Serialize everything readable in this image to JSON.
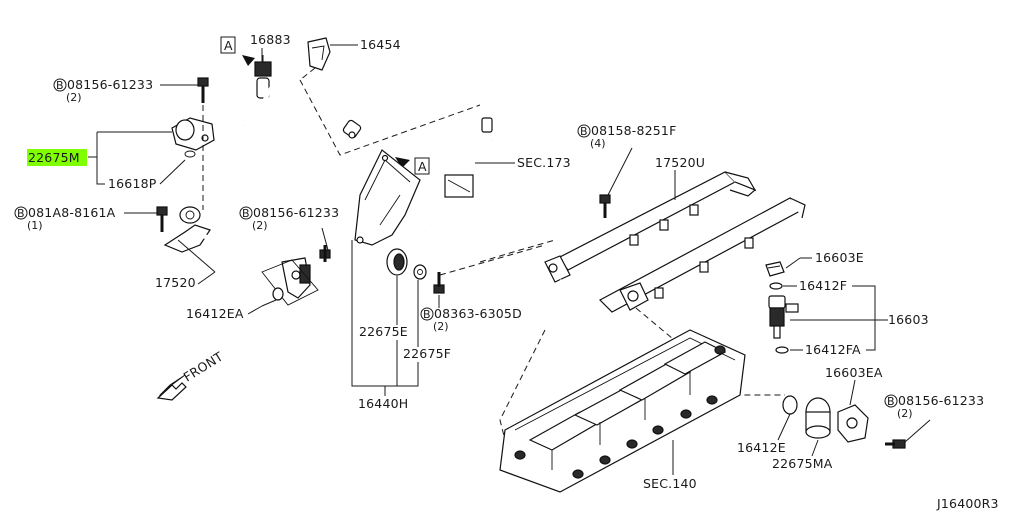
{
  "labels": {
    "l16883": "16883",
    "l16454": "16454",
    "l08156_top": "08156-61233",
    "l08156_top_qty": "(2)",
    "l22675M": "22675M",
    "l16618P": "16618P",
    "l081A8": "081A8-8161A",
    "l081A8_qty": "(1)",
    "l08156_mid": "08156-61233",
    "l08156_mid_qty": "(2)",
    "l17520": "17520",
    "l16412EA": "16412EA",
    "lSEC173": "SEC.173",
    "l08158": "08158-8251F",
    "l08158_qty": "(4)",
    "l17520U": "17520U",
    "l16603E": "16603E",
    "l16412F": "16412F",
    "l16603": "16603",
    "l16412FA": "16412FA",
    "l16603EA": "16603EA",
    "l08156_right": "08156-61233",
    "l08156_right_qty": "(2)",
    "l08363": "08363-6305D",
    "l08363_qty": "(2)",
    "l22675E": "22675E",
    "l22675F": "22675F",
    "l16440H": "16440H",
    "lFRONT": "FRONT",
    "l16412E": "16412E",
    "l22675MA": "22675MA",
    "lSEC140": "SEC.140",
    "lRef": "J16400R3",
    "markerA": "A",
    "bolt_letter": "B"
  },
  "highlight_color": "#7fff00",
  "ink_color": "#1a1a1a"
}
